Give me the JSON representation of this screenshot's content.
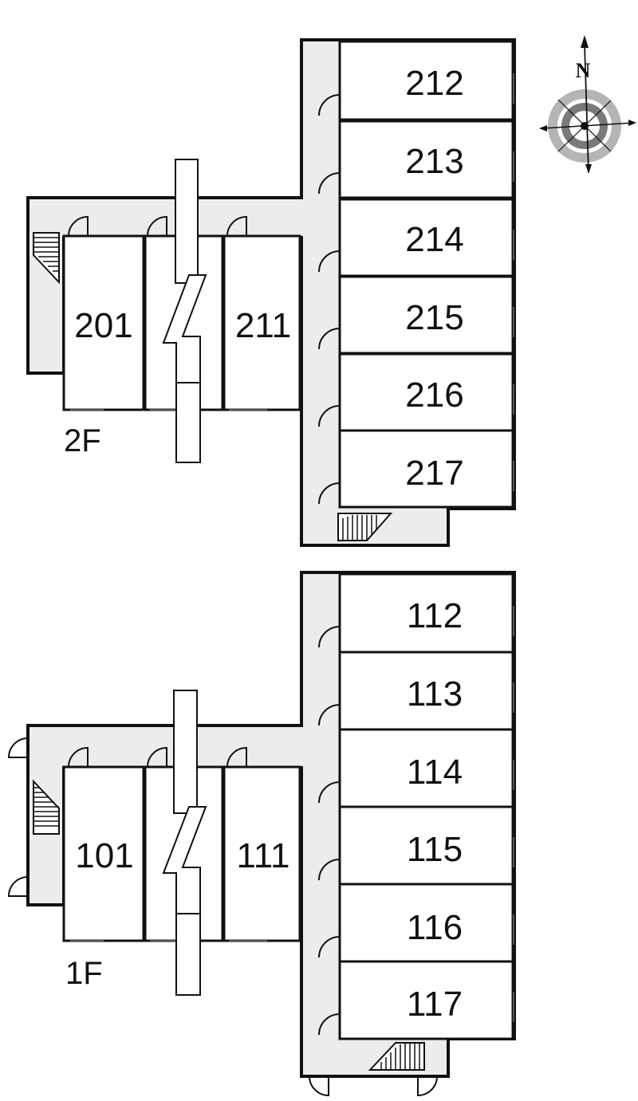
{
  "floors": [
    {
      "label": "2F",
      "units": {
        "west": [
          "201",
          "211"
        ],
        "east": [
          "212",
          "213",
          "214",
          "215",
          "216",
          "217"
        ]
      }
    },
    {
      "label": "1F",
      "units": {
        "west": [
          "101",
          "111"
        ],
        "east": [
          "112",
          "113",
          "114",
          "115",
          "116",
          "117"
        ]
      }
    }
  ],
  "compass": {
    "north_label": "N",
    "ring_outer": "#b5b5b5",
    "ring_inner": "#7a7a7a"
  },
  "colors": {
    "corridor": "#ececec",
    "wall": "#111111",
    "room": "#ffffff"
  }
}
